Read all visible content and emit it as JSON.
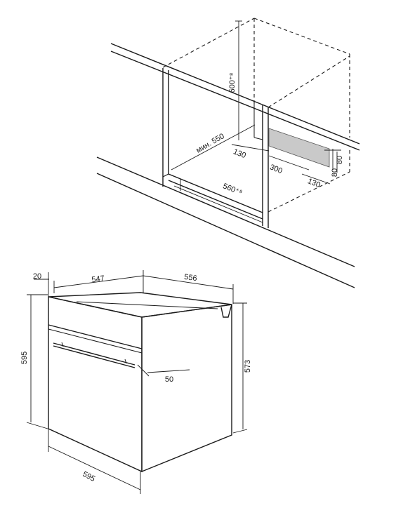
{
  "colors": {
    "line": "#1a1a1a",
    "vent_fill": "#c9c9c9",
    "background": "#ffffff"
  },
  "niche_dimensions": {
    "height": "600⁺⁸",
    "depth_min": "мин. 550",
    "width": "560⁺⁸",
    "offset_left": "130",
    "vent_length": "300",
    "offset_right": "130",
    "vent_height_a": "80",
    "vent_height_b": "80"
  },
  "oven_dimensions": {
    "panel_thickness": "20",
    "body_depth": "547",
    "total_depth": "556",
    "front_height": "595",
    "body_height": "573",
    "front_width": "595",
    "handle_offset": "50"
  }
}
